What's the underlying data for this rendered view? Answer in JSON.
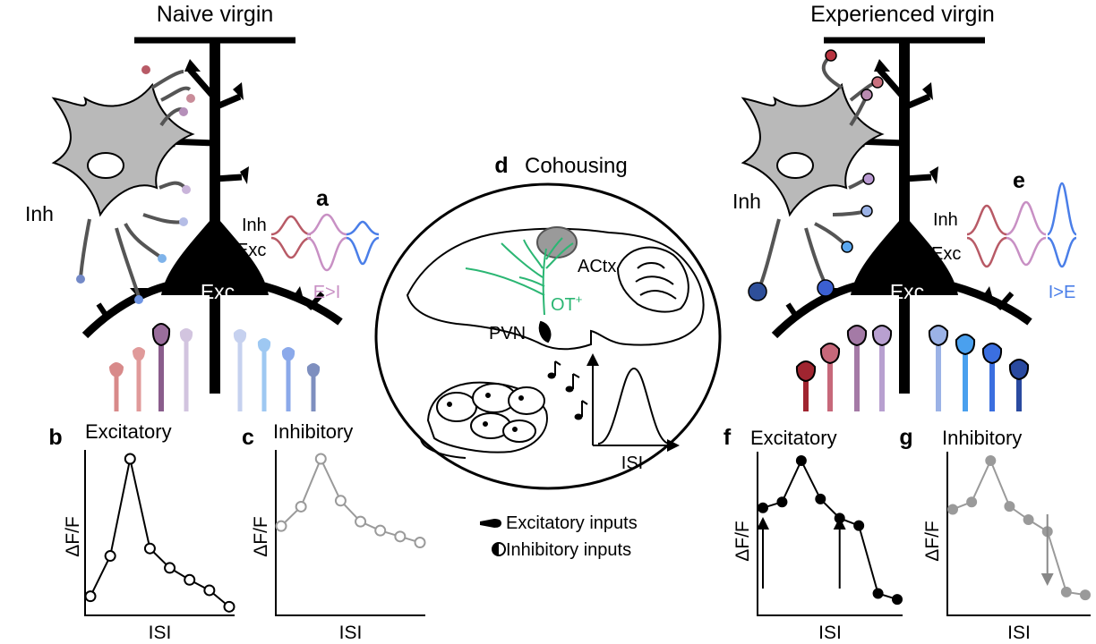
{
  "panels": {
    "left_title": "Naive virgin",
    "right_title": "Experienced virgin",
    "center_title": "Cohousing",
    "a": "a",
    "b": "b",
    "c": "c",
    "d": "d",
    "e": "e",
    "f": "f",
    "g": "g"
  },
  "cells": {
    "inh": "Inh",
    "exc": "Exc",
    "trace_inh": "Inh",
    "trace_exc": "Exc",
    "naive_balance": "E>I",
    "experienced_balance": "I>E"
  },
  "brain": {
    "actx": "ACtx",
    "ot": "OT",
    "ot_sup": "+",
    "pvn": "PVN",
    "isi": "ISI"
  },
  "legend": {
    "excitatory": "Excitatory inputs",
    "inhibitory": "Inhibitory inputs"
  },
  "colors": {
    "inh_fill": "#b9b9b9",
    "dendrite": "#000000",
    "axon_green": "#2bb673",
    "red": "#b85a66",
    "purple": "#c890c4",
    "blue": "#4a7ee8"
  },
  "chart_data": [
    {
      "panel": "b",
      "type": "line",
      "title": "Excitatory",
      "xlabel": "ISI",
      "ylabel": "ΔF/F",
      "marker": "open",
      "color": "#000000",
      "x": [
        1,
        2,
        3,
        4,
        5,
        6,
        7,
        8
      ],
      "y": [
        0.08,
        0.35,
        1.0,
        0.4,
        0.27,
        0.19,
        0.12,
        0.01
      ]
    },
    {
      "panel": "c",
      "type": "line",
      "title": "Inhibitory",
      "xlabel": "ISI",
      "ylabel": "ΔF/F",
      "marker": "open",
      "color": "#9a9a9a",
      "x": [
        1,
        2,
        3,
        4,
        5,
        6,
        7,
        8
      ],
      "y": [
        0.55,
        0.68,
        1.0,
        0.72,
        0.58,
        0.52,
        0.48,
        0.44
      ]
    },
    {
      "panel": "f",
      "type": "line",
      "title": "Excitatory",
      "xlabel": "ISI",
      "ylabel": "ΔF/F",
      "marker": "filled",
      "color": "#000000",
      "x": [
        1,
        2,
        3,
        4,
        5,
        6,
        7,
        8
      ],
      "y": [
        0.68,
        0.72,
        1.0,
        0.74,
        0.61,
        0.56,
        0.1,
        0.06
      ],
      "arrows_at_x": [
        1,
        5
      ]
    },
    {
      "panel": "g",
      "type": "line",
      "title": "Inhibitory",
      "xlabel": "ISI",
      "ylabel": "ΔF/F",
      "marker": "filled",
      "color": "#9a9a9a",
      "x": [
        1,
        2,
        3,
        4,
        5,
        6,
        7,
        8
      ],
      "y": [
        0.67,
        0.72,
        1.0,
        0.69,
        0.6,
        0.52,
        0.11,
        0.09
      ],
      "arrows_at_x": [
        6
      ]
    }
  ]
}
